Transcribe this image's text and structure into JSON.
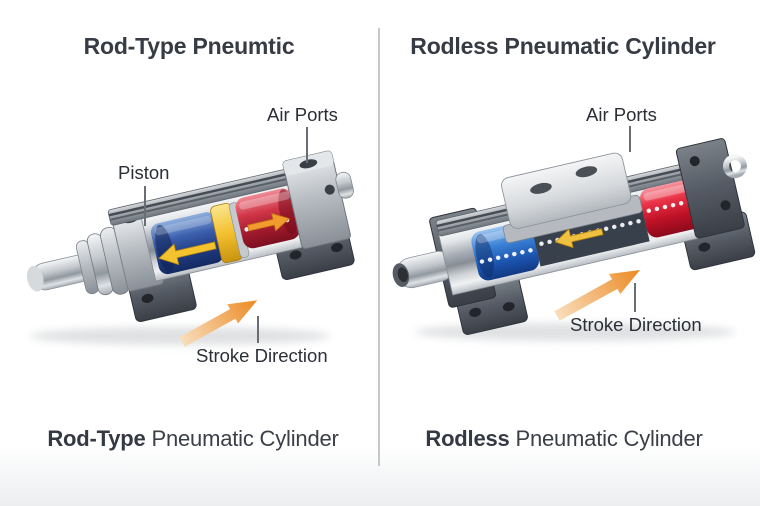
{
  "left_panel": {
    "title": "Rod-Type Pneumtic",
    "labels": {
      "piston": "Piston",
      "air_ports": "Air Ports",
      "stroke_direction": "Stroke Direction"
    },
    "caption": {
      "bold": "Rod-Type",
      "rest": " Pneumatic Cylinder"
    }
  },
  "right_panel": {
    "title": "Rodless Pneumatic Cylinder",
    "labels": {
      "air_ports": "Air Ports",
      "stroke_direction": "Stroke Direction"
    },
    "caption": {
      "bold": "Rodless",
      "rest": " Pneumatic Cylinder"
    }
  },
  "colors": {
    "title_text": "#363b44",
    "label_text": "#2b2f36",
    "divider": "#c5c8cb",
    "leader_line": "#6a6e74",
    "chamber_blue_left": "#2b4a9b",
    "chamber_blue_right": "#2e7fd9",
    "chamber_red_left": "#c62c3e",
    "chamber_red_right": "#e8243e",
    "piston_yellow": "#f3c22f",
    "stroke_arrow_orange": "#ec8a24",
    "metal_light": "#e9ebed",
    "metal_dark": "#4a4f57",
    "background": "#ffffff"
  }
}
